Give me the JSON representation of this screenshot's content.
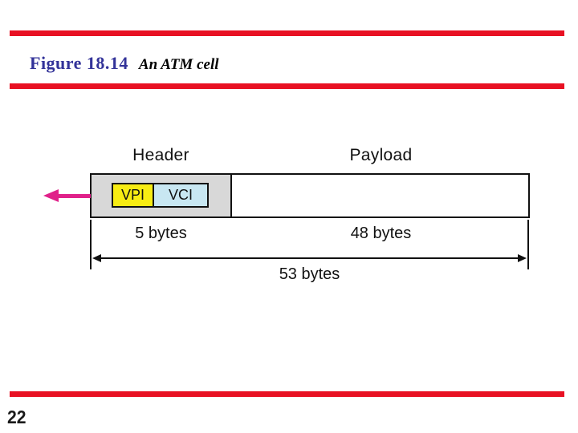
{
  "slide": {
    "figure_number": "Figure 18.14",
    "figure_caption": "An ATM cell",
    "page_number": "22"
  },
  "diagram": {
    "header_label": "Header",
    "payload_label": "Payload",
    "fields": [
      {
        "label": "VPI"
      },
      {
        "label": "VCI"
      }
    ],
    "header_size": "5 bytes",
    "payload_size": "48 bytes",
    "total_size": "53 bytes"
  },
  "colors": {
    "accent_red": "#e81123",
    "title_blue": "#333399",
    "arrow_magenta": "#e0218a",
    "vpi_yellow": "#f7ec13",
    "vci_blue": "#c8e7f2",
    "header_gray": "#d8d8d8"
  }
}
